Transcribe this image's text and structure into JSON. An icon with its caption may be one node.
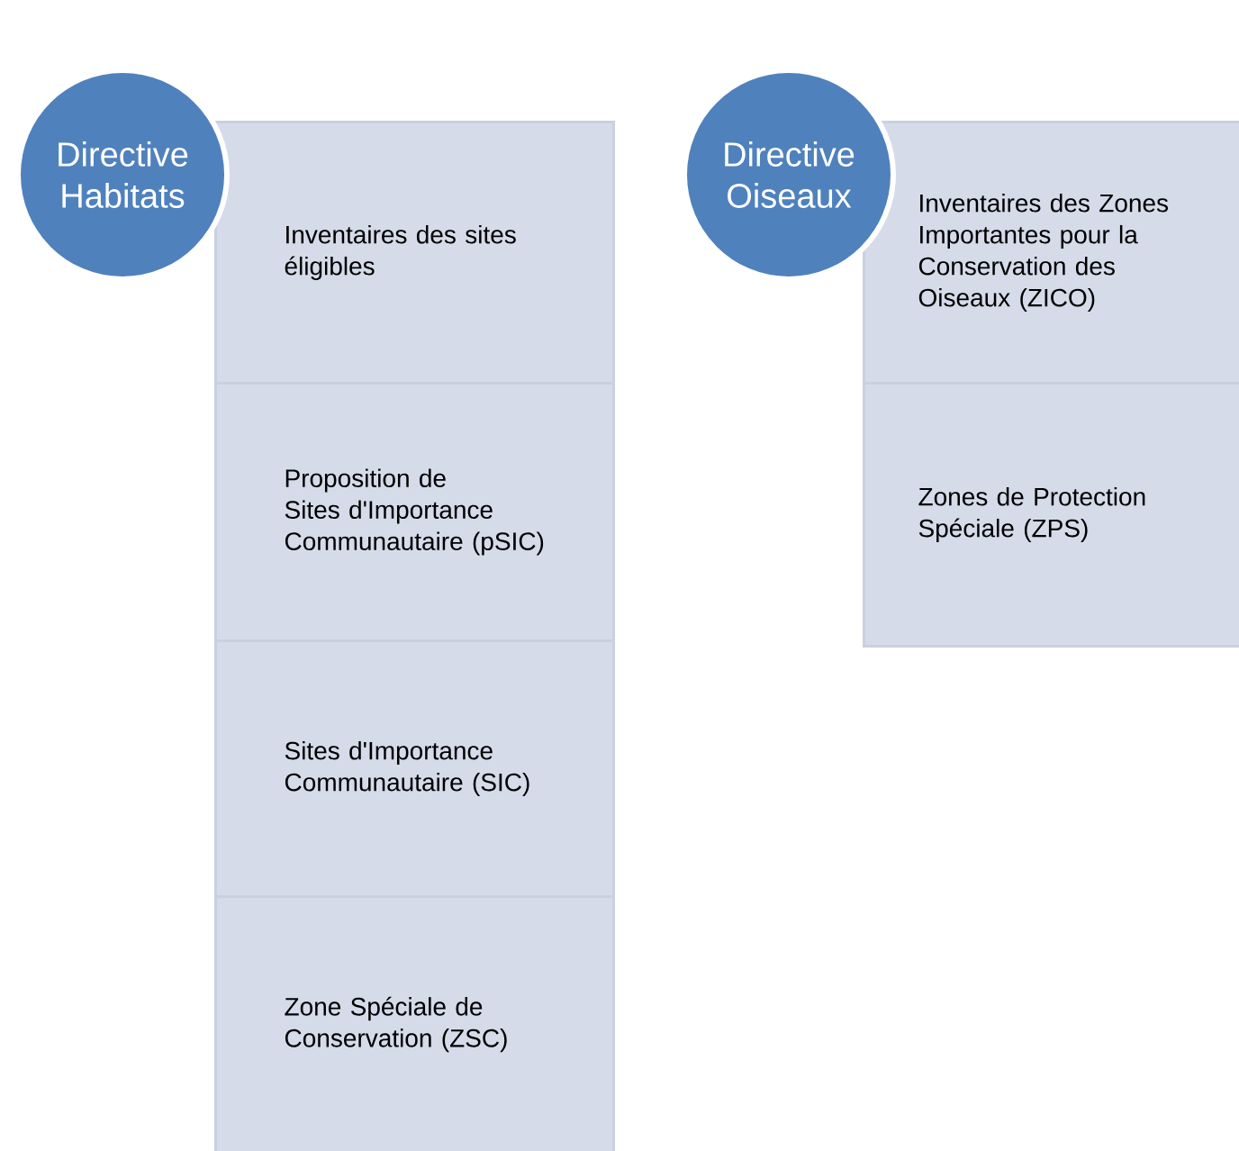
{
  "diagram": {
    "nodes": [
      {
        "text": [
          "Directive Habitats"
        ]
      },
      {
        "text": [
          "Inventaires des sites éligibles"
        ]
      },
      {
        "text": [
          "Proposition de Sites d'Importance Communautaire (pSIC)"
        ]
      },
      {
        "text": [
          "Sites d'Importance Communautaire (SIC)"
        ]
      },
      {
        "text": [
          "Zone Spéciale de Conservation (ZSC)"
        ]
      },
      {
        "text": [
          "Directive Oiseaux"
        ]
      },
      {
        "text": [
          "Inventaires des Zones Importantes pour la Conservation des Oiseaux (ZICO)"
        ]
      },
      {
        "text": [
          "Zones de Protection Spéciale (ZPS)"
        ]
      }
    ]
  }
}
